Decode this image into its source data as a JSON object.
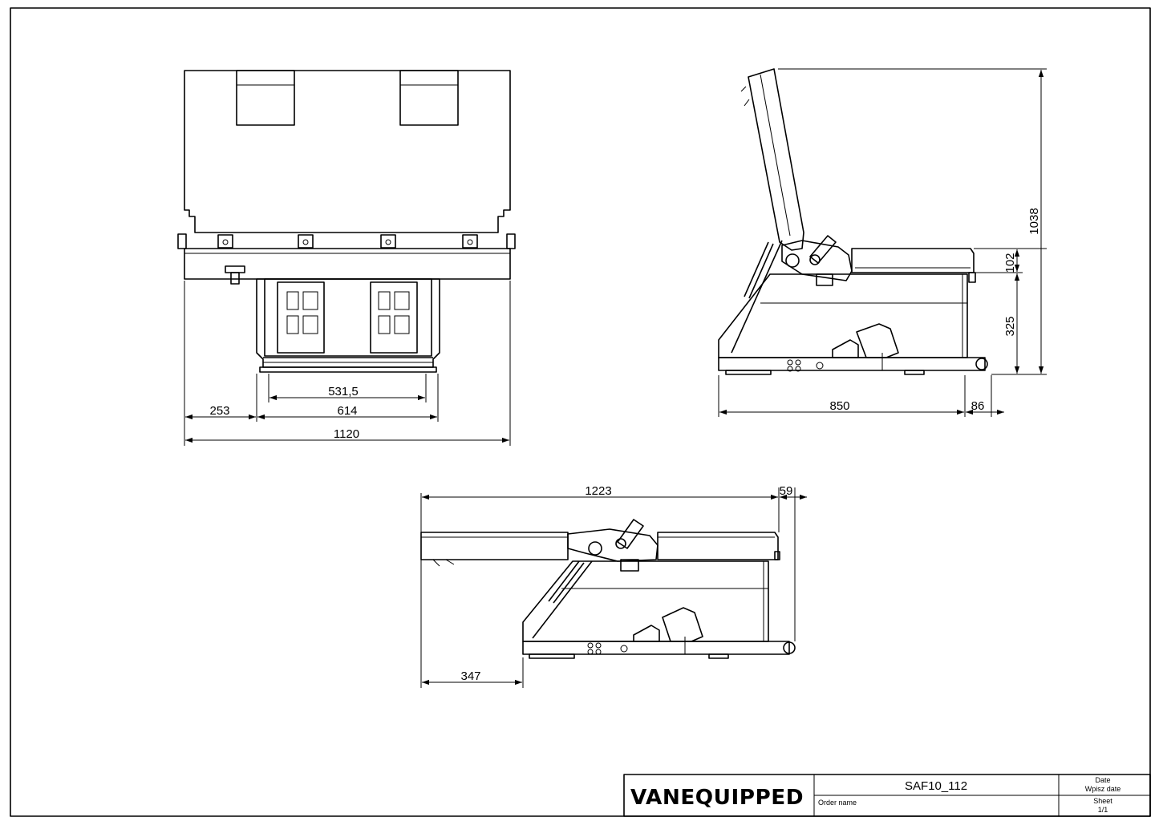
{
  "title_block": {
    "brand": "VANEQUIPPED",
    "drawing_number": "SAF10_112",
    "order_name_label": "Order name",
    "date_label": "Date",
    "date_value": "Wpisz date",
    "sheet_label": "Sheet",
    "sheet_value": "1/1"
  },
  "front_view": {
    "dim_inner_width": "531,5",
    "dim_frame_width": "614",
    "dim_offset": "253",
    "dim_total_width": "1120"
  },
  "side_view": {
    "dim_total_height": "1038",
    "dim_seat_thickness": "102",
    "dim_seat_height": "325",
    "dim_depth": "850",
    "dim_overhang": "86"
  },
  "bed_view": {
    "dim_length": "1223",
    "dim_end": "59",
    "dim_base": "347"
  }
}
